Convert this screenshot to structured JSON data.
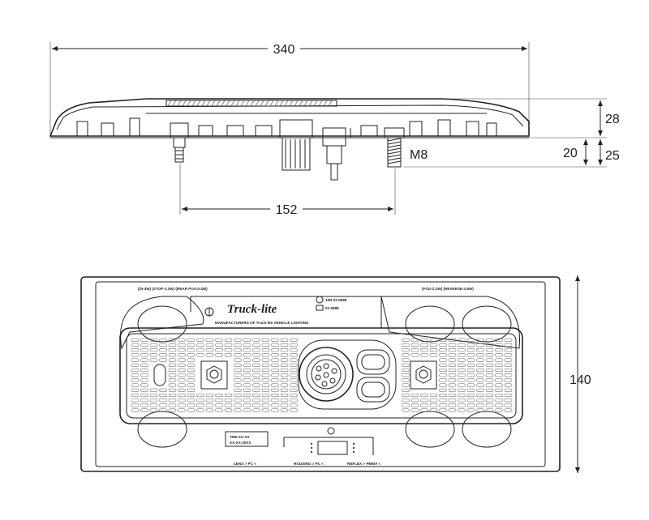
{
  "side_view": {
    "dim_overall_width": "340",
    "dim_mount_spacing": "152",
    "dim_height_top": "28",
    "dim_height_stud": "20",
    "dim_height_lower": "25",
    "thread_label": "M8"
  },
  "rear_view": {
    "dim_height": "140",
    "brand_logo": "Truck-lite",
    "label_left_function": "(DI-3W) (STOP-2.3W) (REAR POS-0.4W)",
    "label_right_function": "(FOG-2.2W) (REVERSE-4.8W)",
    "manufacturer_line": "MANUFACTURERS OF Truck-lite VEHICLE LIGHTING",
    "approval_mark_1": "10R 03 5988",
    "approval_mark_2": "03 5988",
    "part_number_1": "7RB-XX-XX",
    "part_number_2": "XX-XX-20XX",
    "material_lens": "LENS > PC <",
    "material_housing": "HOUSING > PC <",
    "material_reflex": "REFLEX > PMMA <"
  }
}
